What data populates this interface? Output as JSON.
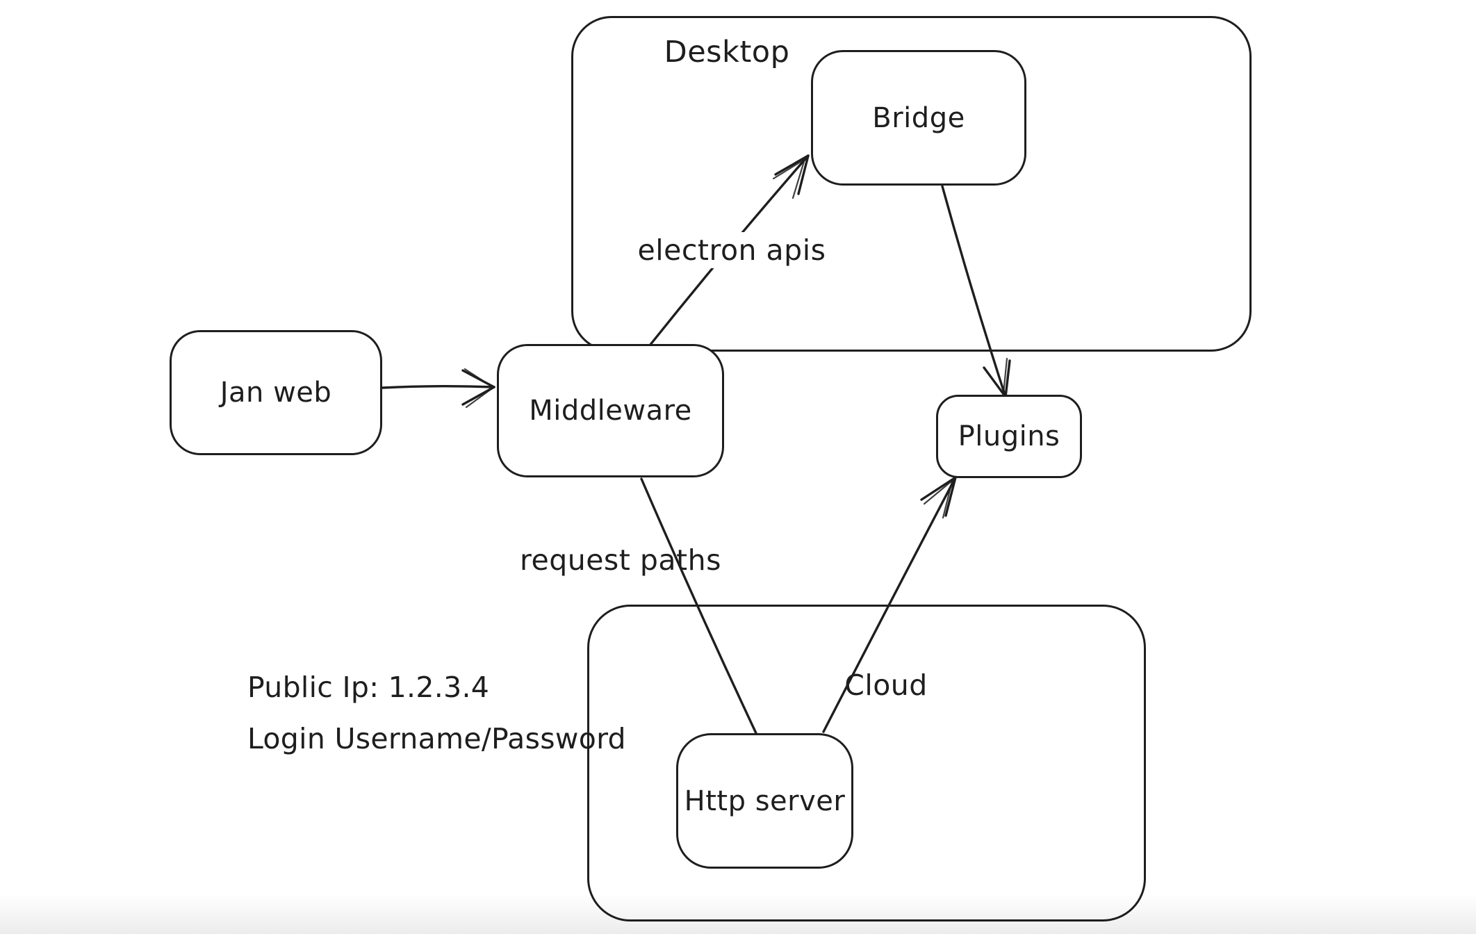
{
  "canvas": {
    "background": "#ffffff",
    "stroke_color": "#1e1e1e"
  },
  "containers": {
    "desktop": {
      "label": "Desktop"
    },
    "cloud": {
      "label": "Cloud"
    }
  },
  "nodes": {
    "jan_web": {
      "label": "Jan web"
    },
    "middleware": {
      "label": "Middleware"
    },
    "bridge": {
      "label": "Bridge"
    },
    "plugins": {
      "label": "Plugins"
    },
    "http_server": {
      "label": "Http server"
    }
  },
  "edge_labels": {
    "electron_apis": "electron apis",
    "request_paths": "request paths"
  },
  "annotation": {
    "line1": "Public Ip: 1.2.3.4",
    "line2": "Login Username/Password"
  }
}
